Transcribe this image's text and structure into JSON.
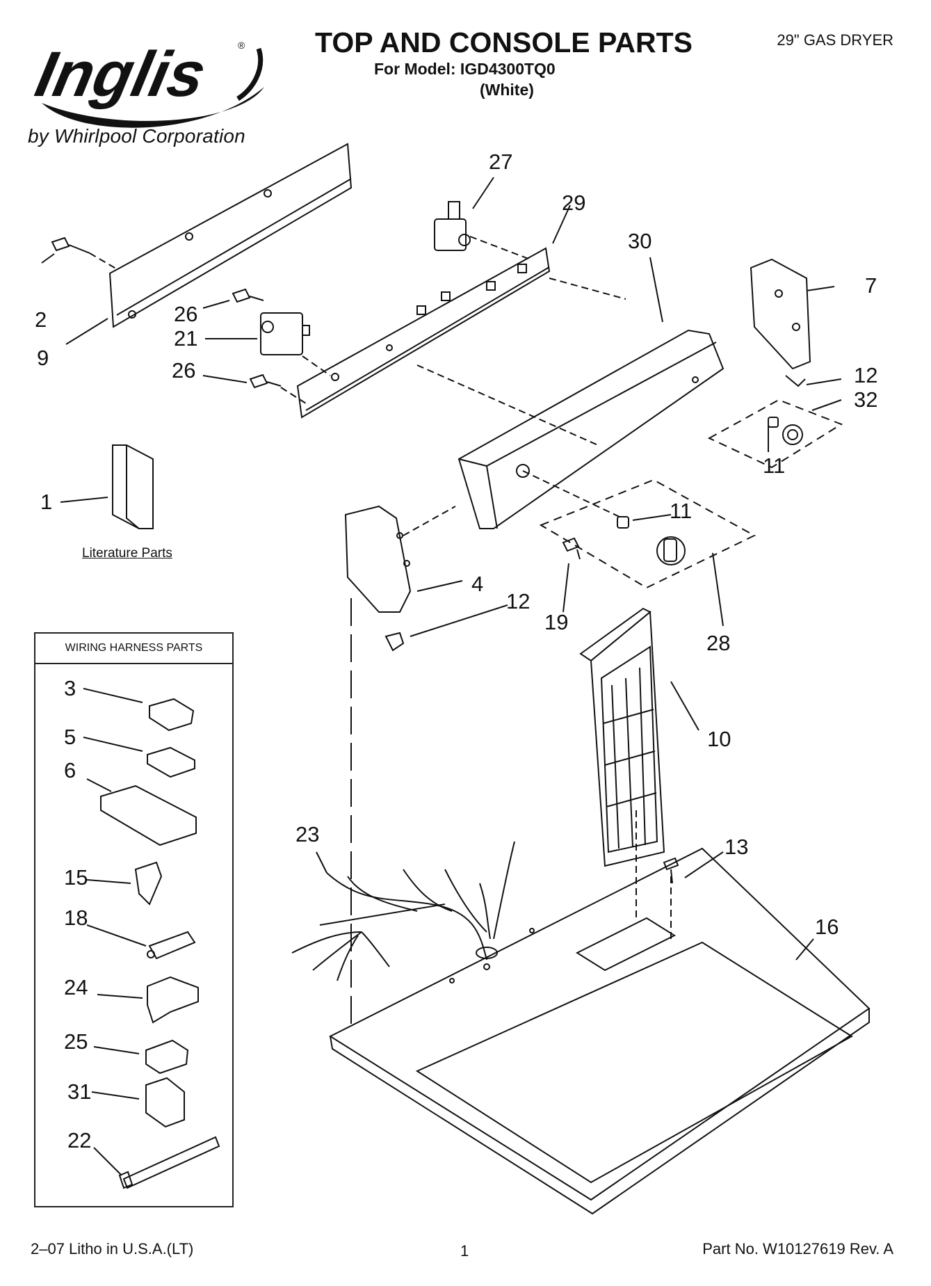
{
  "header": {
    "brand_logo_text": "Inglis",
    "registered_mark": "®",
    "tagline": "by Whirlpool Corporation",
    "title": "TOP AND CONSOLE PARTS",
    "model_line": "For Model: IGD4300TQ0",
    "model_color": "(White)",
    "product_type": "29\" GAS DRYER"
  },
  "literature": {
    "label": "Literature Parts"
  },
  "wiring_harness": {
    "title": "WIRING HARNESS PARTS",
    "items": [
      "3",
      "5",
      "6",
      "15",
      "18",
      "24",
      "25",
      "31",
      "22"
    ]
  },
  "callouts": {
    "c27": "27",
    "c29": "29",
    "c30": "30",
    "c7": "7",
    "c2": "2",
    "c9": "9",
    "c26a": "26",
    "c21": "21",
    "c26b": "26",
    "c12a": "12",
    "c32": "32",
    "c11a": "11",
    "c1": "1",
    "c11b": "11",
    "c4": "4",
    "c12b": "12",
    "c19": "19",
    "c28": "28",
    "c10": "10",
    "c23": "23",
    "c13": "13",
    "c16": "16"
  },
  "footer": {
    "litho": "2–07 Litho in U.S.A.(LT)",
    "page_number": "1",
    "part_number": "Part No. W10127619 Rev. A"
  },
  "colors": {
    "ink": "#111111",
    "paper": "#ffffff"
  }
}
